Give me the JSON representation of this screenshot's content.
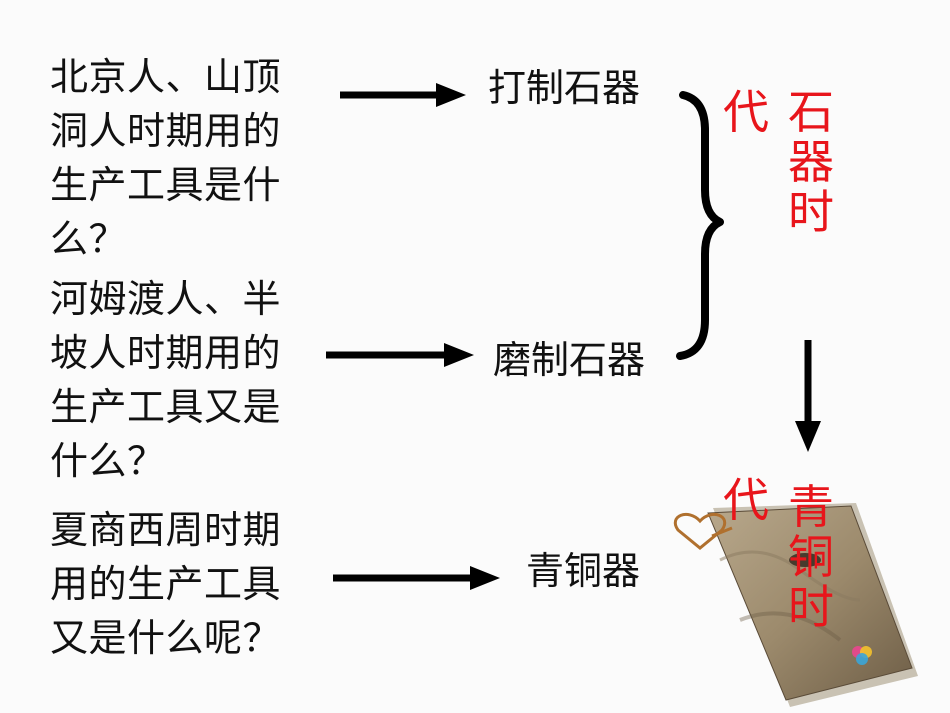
{
  "questions": [
    {
      "text": "北京人、山顶洞人时期用的生产工具是什么？",
      "answer": "打制石器"
    },
    {
      "text": "河姆渡人、半坡人时期用的生产工具又是什么？",
      "answer": "磨制石器"
    },
    {
      "text": "夏商西周时期用的生产工具又是什么呢？",
      "answer": "青铜器"
    }
  ],
  "ages": {
    "stone": {
      "char_left": "代",
      "vertical": "石器时"
    },
    "bronze": {
      "char_left": "代",
      "vertical": "青铜时"
    }
  }
}
